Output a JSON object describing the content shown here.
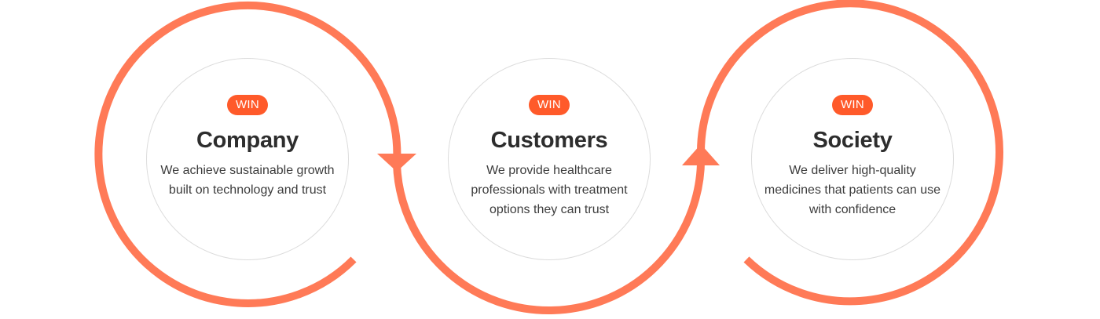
{
  "colors": {
    "accent": "#ff7a57",
    "badge": "#ff5a2a",
    "circle_border": "#dcdcdc"
  },
  "items": [
    {
      "badge": "WIN",
      "title": "Company",
      "description": "We achieve sustainable growth built on technology and trust"
    },
    {
      "badge": "WIN",
      "title": "Customers",
      "description": "We provide healthcare professionals with treatment options they can trust"
    },
    {
      "badge": "WIN",
      "title": "Society",
      "description": "We deliver high-quality medicines that patients can use with confidence"
    }
  ]
}
